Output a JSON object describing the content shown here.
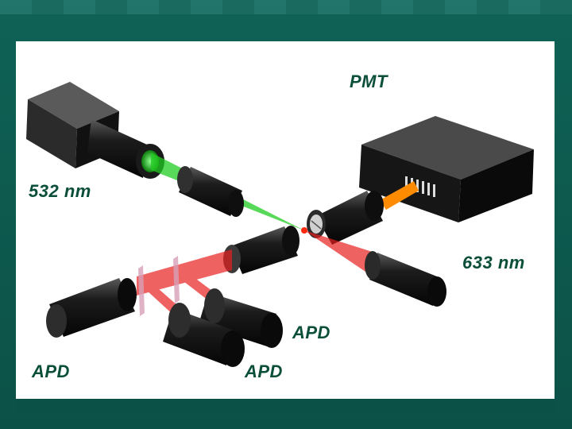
{
  "labels": {
    "pmt": "PMT",
    "laser_green": "532 nm",
    "laser_red": "633 nm",
    "apd_right": "APD",
    "apd_left": "APD",
    "apd_middle": "APD"
  },
  "colors": {
    "frame": "#0e5c52",
    "panel": "#ffffff",
    "label_text": "#0b4f3a",
    "green_beam": "#22cc22",
    "red_beam": "#e82020",
    "orange_beam": "#ff8c00",
    "component_body": "#141414"
  }
}
